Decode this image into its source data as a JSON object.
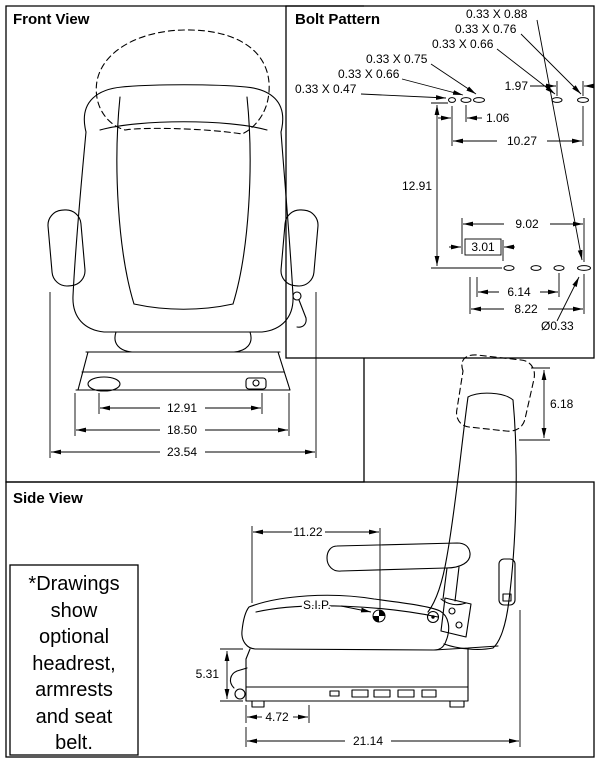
{
  "titles": {
    "front": "Front View",
    "bolt": "Bolt Pattern",
    "side": "Side View"
  },
  "note": {
    "lines": [
      "*Drawings",
      "show",
      "optional",
      "headrest,",
      "armrests",
      "and seat",
      "belt."
    ]
  },
  "front_dims": {
    "inner": "12.91",
    "middle": "18.50",
    "outer": "23.54"
  },
  "bolt_dims": {
    "slot_label_1": "0.33 X 0.88",
    "slot_label_2": "0.33 X 0.76",
    "slot_label_3": "0.33 X 0.66",
    "slot_label_4": "0.33 X 0.75",
    "slot_label_5": "0.33 X 0.66",
    "slot_label_6": "0.33 X 0.47",
    "pair_spacing": "1.97",
    "small_spacing": "1.06",
    "row_width_top": "10.27",
    "row_gap_vertical": "12.91",
    "span_a": "9.02",
    "span_b": "3.01",
    "span_c": "6.14",
    "span_d": "8.22",
    "hole_diameter": "Ø0.33"
  },
  "side_dims": {
    "headrest_height": "6.18",
    "armrest_reach": "11.22",
    "sip": "S.I.P.",
    "base_height": "5.31",
    "front_offset": "4.72",
    "overall_length": "21.14"
  }
}
